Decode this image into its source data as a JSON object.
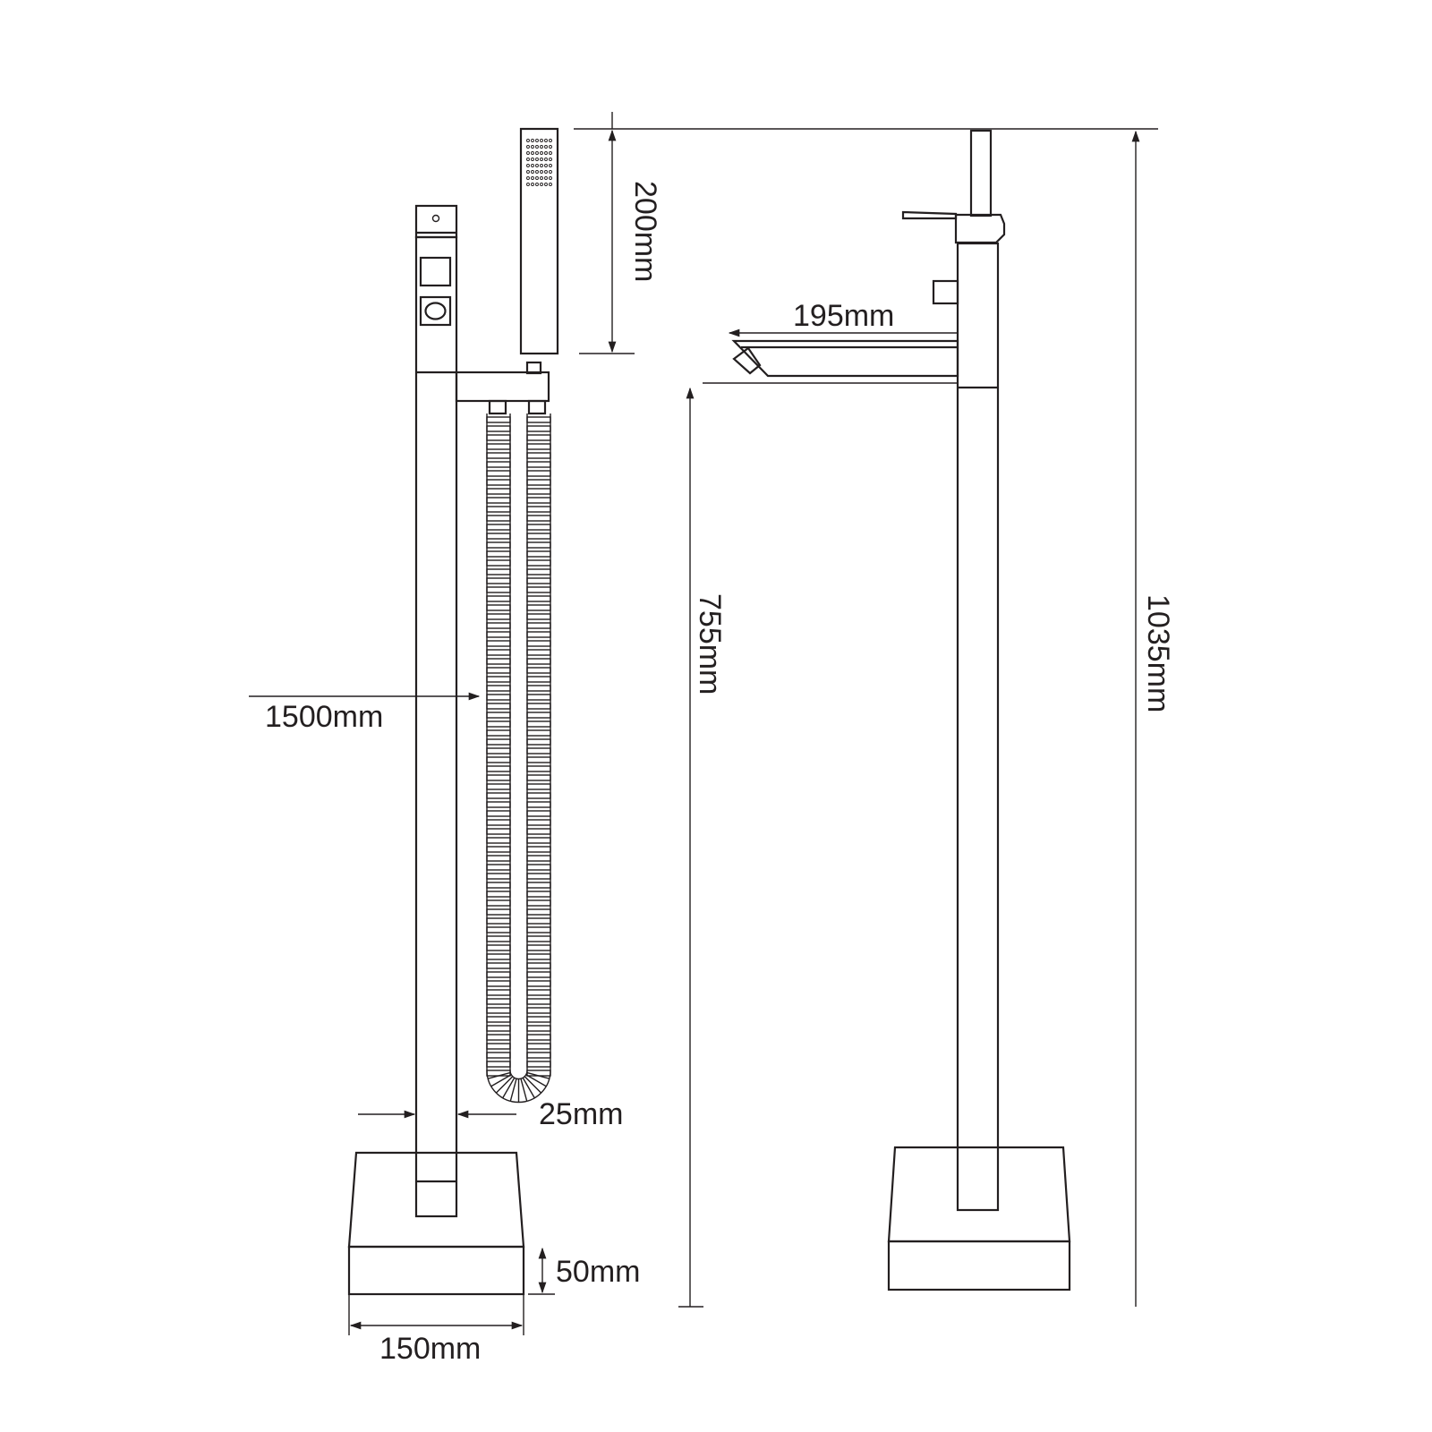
{
  "dimensions": {
    "hand_shower_length": "200mm",
    "hose_length": "1500mm",
    "pipe_width": "25mm",
    "base_height": "50mm",
    "base_width": "150mm",
    "spout_reach": "195mm",
    "spout_height": "755mm",
    "total_height": "1035mm"
  },
  "colors": {
    "line": "#231f20",
    "background": "#ffffff"
  }
}
